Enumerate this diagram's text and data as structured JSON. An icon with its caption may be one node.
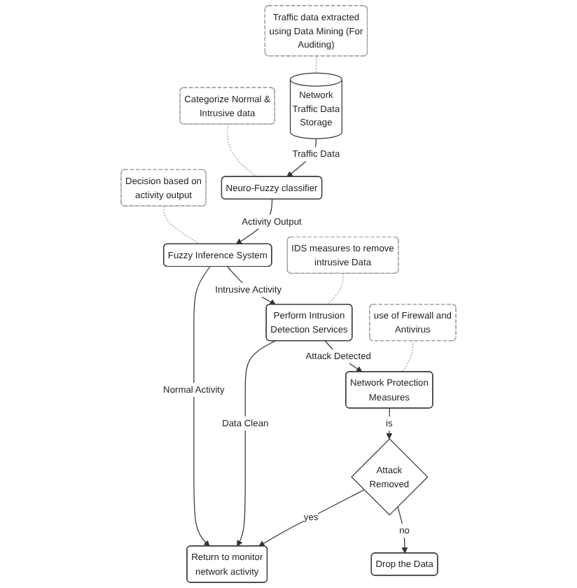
{
  "diagram": {
    "nodes": [
      {
        "text": [
          "Traffic data extracted using Data Mining (For Auditing)"
        ]
      },
      {
        "text": [
          "Categorize Normal & Intrusive data"
        ]
      },
      {
        "text": [
          "Decision based on activity output"
        ]
      },
      {
        "text": [
          "Network Traffic Data Storage"
        ]
      },
      {
        "text": [
          "Neuro-Fuzzy classifier"
        ]
      },
      {
        "text": [
          "Fuzzy Inference System"
        ]
      },
      {
        "text": [
          "IDS measures to remove intrusive Data"
        ]
      },
      {
        "text": [
          "Perform Intrusion Detection Services"
        ]
      },
      {
        "text": [
          "use of Firewall and Antivirus"
        ]
      },
      {
        "text": [
          "Network Protection Measures"
        ]
      },
      {
        "text": [
          "Drop the Data"
        ]
      },
      {
        "text": [
          "Attack Removed"
        ]
      },
      {
        "text": [
          "Return to monitor network activity"
        ]
      }
    ],
    "edges": [
      {
        "from": 0,
        "to": 3,
        "arrow": "none",
        "style": "dashed",
        "color": "#a0a0a0"
      },
      {
        "from": 1,
        "to": 4,
        "arrow": "none",
        "style": "dashed",
        "color": "#a0a0a0"
      },
      {
        "from": 2,
        "to": 5,
        "arrow": "none",
        "style": "dashed",
        "color": "#a0a0a0"
      },
      {
        "from": 3,
        "to": 4,
        "arrow": "to",
        "label": "Traffic Data"
      },
      {
        "from": 4,
        "to": 5,
        "arrow": "to",
        "label": "Activity Output"
      },
      {
        "from": 5,
        "to": 12,
        "arrow": "to",
        "label": "Normal Activity"
      },
      {
        "from": 5,
        "to": 7,
        "arrow": "to",
        "label": "Intrusive Activity"
      },
      {
        "from": 6,
        "to": 7,
        "arrow": "none",
        "style": "dashed",
        "color": "#a0a0a0"
      },
      {
        "from": 7,
        "to": 12,
        "arrow": "to",
        "label": "Data Clean"
      },
      {
        "from": 7,
        "to": 9,
        "arrow": "to",
        "label": "Attack Detected"
      },
      {
        "from": 8,
        "to": 9,
        "arrow": "none",
        "style": "dashed",
        "color": "#a0a0a0"
      },
      {
        "from": 9,
        "to": 11,
        "arrow": "to",
        "label": "is"
      },
      {
        "from": 11,
        "to": 10,
        "arrow": "to",
        "label": "no"
      },
      {
        "from": 11,
        "to": 12,
        "arrow": "to",
        "label": "yes"
      }
    ]
  }
}
